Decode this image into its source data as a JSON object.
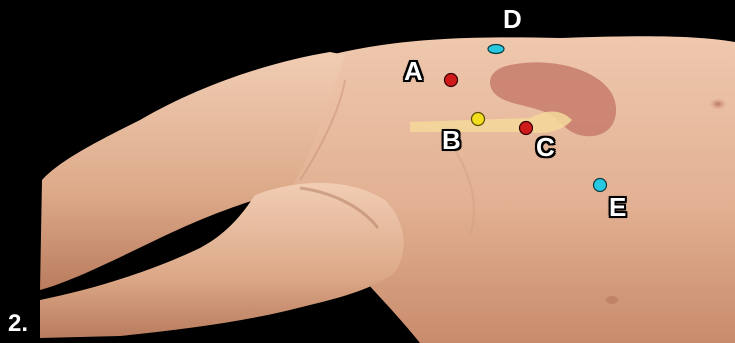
{
  "figure": {
    "number_label": "2."
  },
  "markers": [
    {
      "id": "A",
      "label": "A",
      "color": "#d01a1a"
    },
    {
      "id": "B",
      "label": "B",
      "color": "#f2de1e"
    },
    {
      "id": "C",
      "label": "C",
      "color": "#d01a1a"
    },
    {
      "id": "D",
      "label": "D",
      "color": "#27c9e0"
    },
    {
      "id": "E",
      "label": "E",
      "color": "#27c9e0"
    }
  ],
  "colors": {
    "background": "#000000",
    "skin": "#e3b394",
    "organ": "#c97f6e",
    "duct": "#f4d99a",
    "label_text": "#ffffff"
  }
}
